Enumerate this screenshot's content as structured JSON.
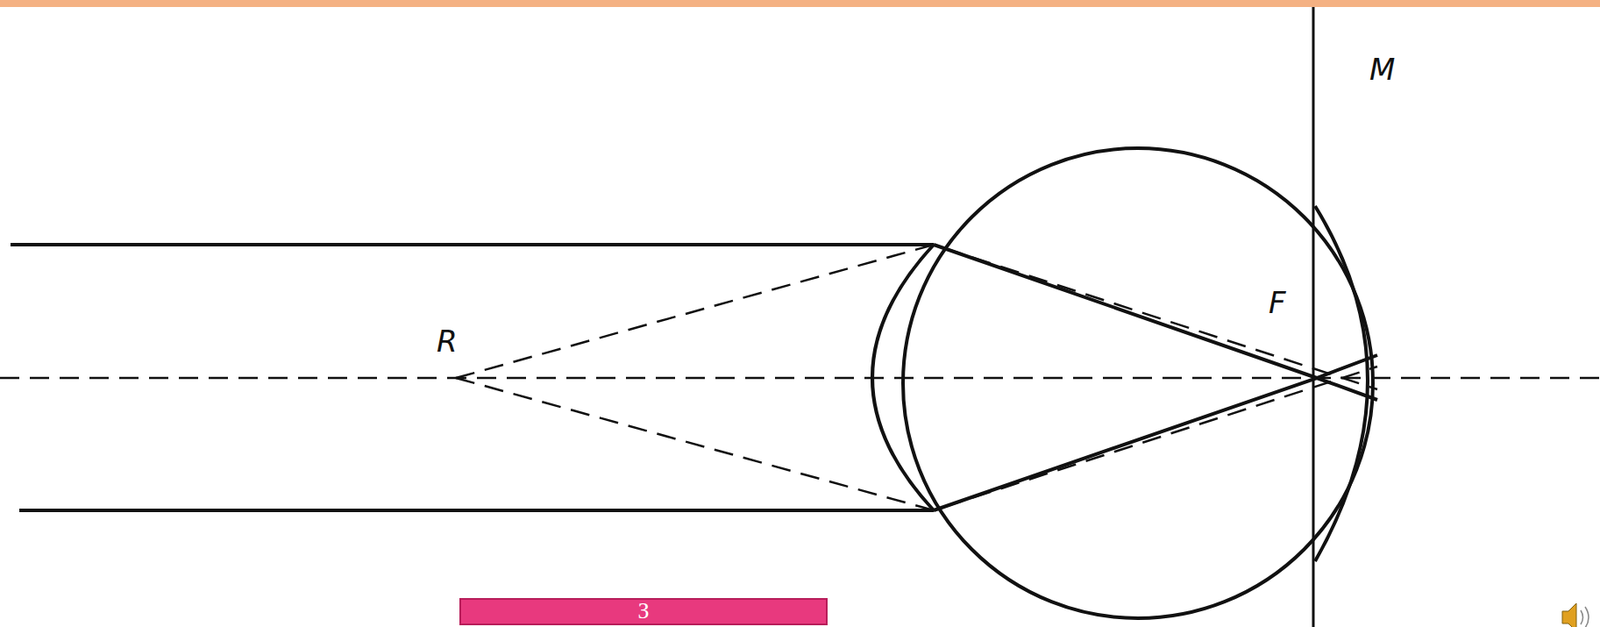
{
  "diagram": {
    "nodes": [
      {
        "text": [
          "З"
        ]
      }
    ],
    "labels": [
      "M",
      "R",
      "F"
    ]
  }
}
